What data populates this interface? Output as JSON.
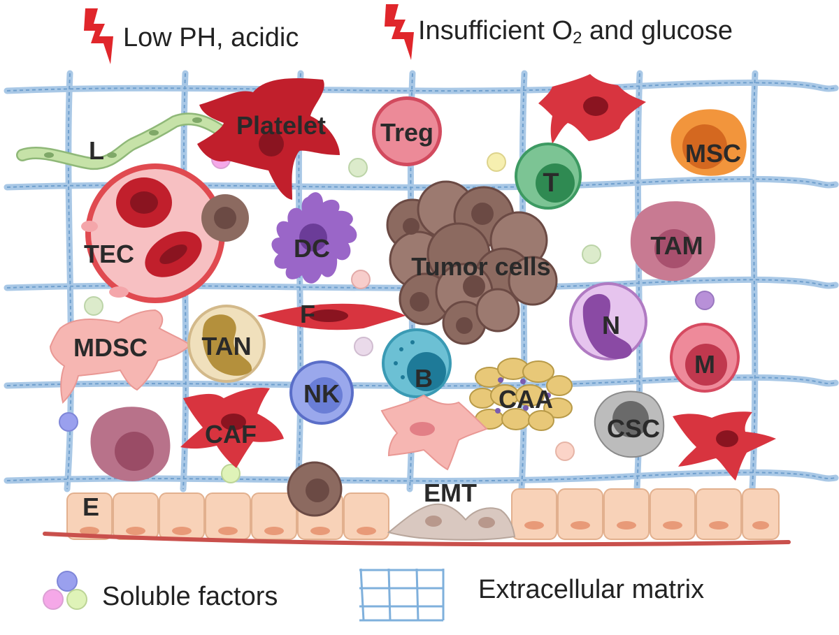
{
  "header": {
    "condition_1": "Low PH, acidic",
    "condition_2_prefix": "Insufficient O",
    "condition_2_sub": "2",
    "condition_2_suffix": " and glucose"
  },
  "cells": {
    "platelet": "Platelet",
    "lymphatic": "L",
    "treg": "Treg",
    "t_cell": "T",
    "msc": "MSC",
    "tec": "TEC",
    "dc": "DC",
    "tumor": "Tumor cells",
    "tam": "TAM",
    "fibroblast": "F",
    "neutrophil": "N",
    "mdsc": "MDSC",
    "tan": "TAN",
    "b_cell": "B",
    "macrophage": "M",
    "nk": "NK",
    "caa": "CAA",
    "csc": "CSC",
    "caf": "CAF",
    "emt": "EMT",
    "epithelial": "E"
  },
  "legend": {
    "soluble": "Soluble factors",
    "ecm": "Extracellular matrix"
  },
  "colors": {
    "lightning": "#e0262b",
    "fiber": "#7fb0dc",
    "red_cell": "#d8343f",
    "tumor_brown": "#8c6a60",
    "epithelium": "#f8d2b8",
    "basement": "#c9504c"
  }
}
